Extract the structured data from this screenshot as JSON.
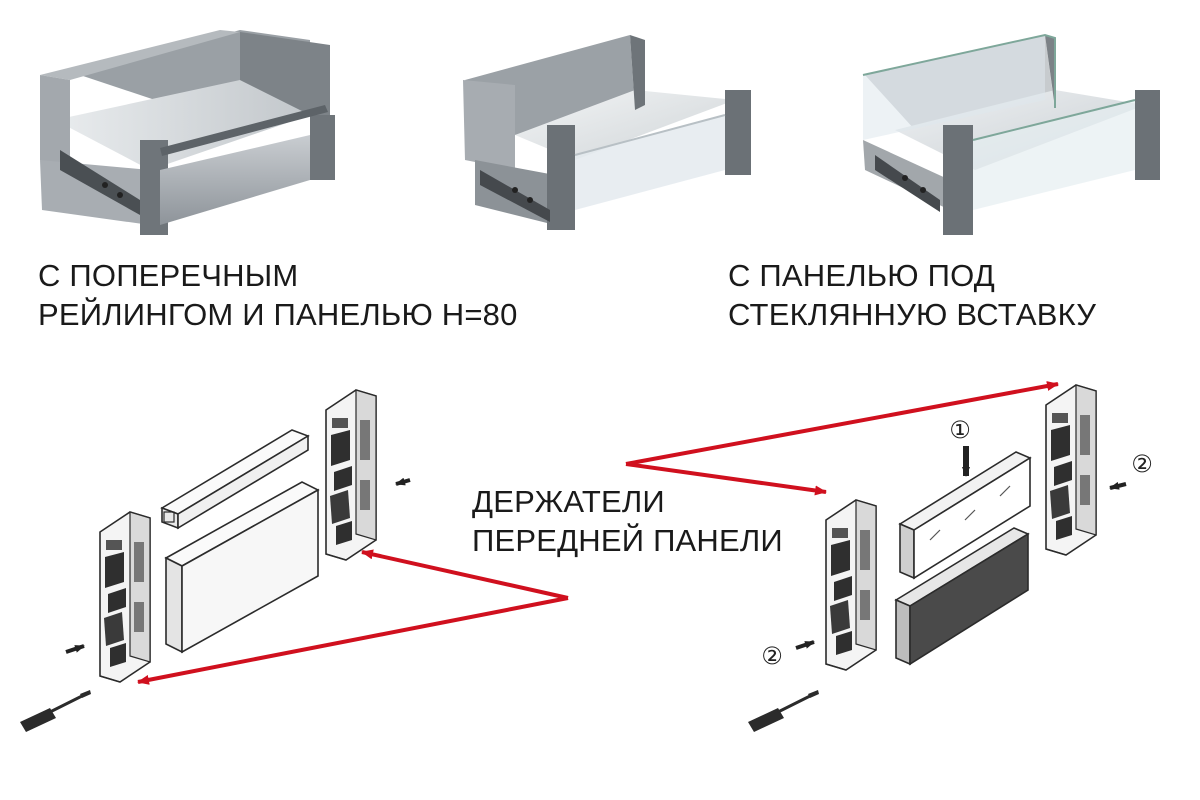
{
  "captions": {
    "left_line1": "С ПОПЕРЕЧНЫМ",
    "left_line2": "РЕЙЛИНГОМ И ПАНЕЛЬЮ Н=80",
    "right_line1": "С ПАНЕЛЬЮ ПОД",
    "right_line2": "СТЕКЛЯННУЮ ВСТАВКУ",
    "center_line1": "ДЕРЖАТЕЛИ",
    "center_line2": "ПЕРЕДНЕЙ ПАНЕЛИ"
  },
  "step_markers": {
    "one": "①",
    "two_right": "②",
    "two_left": "②"
  },
  "colors": {
    "annotation_arrow": "#d0101e",
    "drawer_metal": "#8f959b",
    "drawer_interior": "#d7dbde",
    "line_art": "#2b2b2b"
  }
}
